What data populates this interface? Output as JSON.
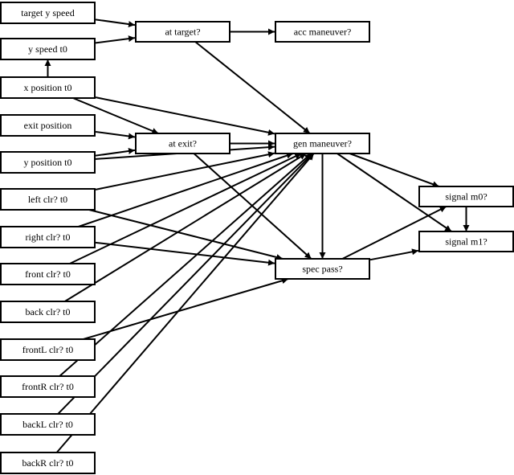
{
  "nodes": [
    {
      "id": "target_y_speed",
      "label": "target y speed"
    },
    {
      "id": "y_speed_t0",
      "label": "y speed t0"
    },
    {
      "id": "x_position_t0",
      "label": "x position t0"
    },
    {
      "id": "exit_position",
      "label": "exit position"
    },
    {
      "id": "y_position_t0",
      "label": "y position t0"
    },
    {
      "id": "left_clr_t0",
      "label": "left clr? t0"
    },
    {
      "id": "right_clr_t0",
      "label": "right clr? t0"
    },
    {
      "id": "front_clr_t0",
      "label": "front clr? t0"
    },
    {
      "id": "back_clr_t0",
      "label": "back clr? t0"
    },
    {
      "id": "frontL_clr_t0",
      "label": "frontL clr? t0"
    },
    {
      "id": "frontR_clr_t0",
      "label": "frontR clr? t0"
    },
    {
      "id": "backL_clr_t0",
      "label": "backL clr? t0"
    },
    {
      "id": "backR_clr_t0",
      "label": "backR clr? t0"
    },
    {
      "id": "at_target",
      "label": "at target?"
    },
    {
      "id": "at_exit",
      "label": "at exit?"
    },
    {
      "id": "acc_maneuver",
      "label": "acc maneuver?"
    },
    {
      "id": "gen_maneuver",
      "label": "gen maneuver?"
    },
    {
      "id": "spec_pass",
      "label": "spec pass?"
    },
    {
      "id": "signal_m0",
      "label": "signal m0?"
    },
    {
      "id": "signal_m1",
      "label": "signal m1?"
    }
  ],
  "edges": [
    [
      "target_y_speed",
      "at_target"
    ],
    [
      "y_speed_t0",
      "at_target"
    ],
    [
      "x_position_t0",
      "y_speed_t0"
    ],
    [
      "at_target",
      "acc_maneuver"
    ],
    [
      "at_target",
      "gen_maneuver"
    ],
    [
      "x_position_t0",
      "at_exit"
    ],
    [
      "exit_position",
      "at_exit"
    ],
    [
      "y_position_t0",
      "at_exit"
    ],
    [
      "x_position_t0",
      "gen_maneuver"
    ],
    [
      "at_exit",
      "gen_maneuver"
    ],
    [
      "at_exit",
      "spec_pass"
    ],
    [
      "y_position_t0",
      "gen_maneuver"
    ],
    [
      "left_clr_t0",
      "gen_maneuver"
    ],
    [
      "left_clr_t0",
      "spec_pass"
    ],
    [
      "right_clr_t0",
      "gen_maneuver"
    ],
    [
      "right_clr_t0",
      "spec_pass"
    ],
    [
      "front_clr_t0",
      "gen_maneuver"
    ],
    [
      "back_clr_t0",
      "gen_maneuver"
    ],
    [
      "frontL_clr_t0",
      "spec_pass"
    ],
    [
      "frontR_clr_t0",
      "gen_maneuver"
    ],
    [
      "backL_clr_t0",
      "gen_maneuver"
    ],
    [
      "backR_clr_t0",
      "gen_maneuver"
    ],
    [
      "gen_maneuver",
      "spec_pass"
    ],
    [
      "gen_maneuver",
      "signal_m0"
    ],
    [
      "gen_maneuver",
      "signal_m1"
    ],
    [
      "spec_pass",
      "signal_m0"
    ],
    [
      "spec_pass",
      "signal_m1"
    ],
    [
      "signal_m0",
      "signal_m1"
    ]
  ]
}
